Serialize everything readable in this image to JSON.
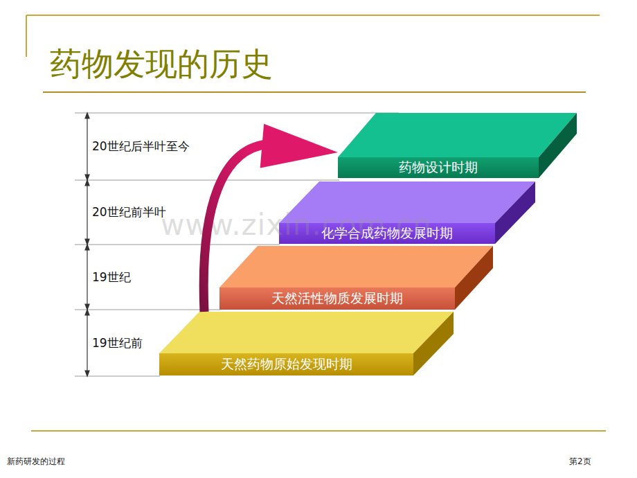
{
  "diagram": {
    "title": "药物发现的历史",
    "nodes": [
      {
        "text": [
          "天然药物原始发现时期"
        ]
      },
      {
        "text": [
          "天然活性物质发展时期"
        ]
      },
      {
        "text": [
          "化学合成药物发展时期"
        ]
      },
      {
        "text": [
          "药物设计时期"
        ]
      }
    ],
    "edges": [
      {
        "from": 0,
        "to": 3,
        "arrow": "to"
      }
    ],
    "labels": [
      "20世纪后半叶至今",
      "20世纪前半叶",
      "19世纪",
      "19世纪前",
      "www.zixin.com.cn",
      "新药研发的过程",
      "第2页"
    ]
  }
}
